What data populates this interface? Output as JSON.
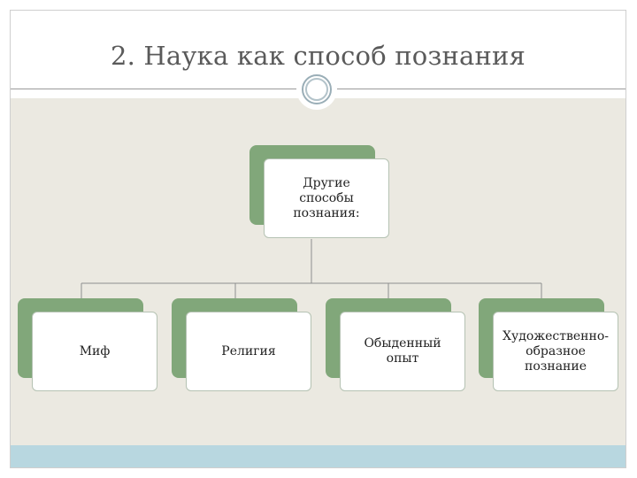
{
  "slide": {
    "title": "2. Наука как способ познания"
  },
  "diagram": {
    "root": {
      "label": "Другие способы познания:"
    },
    "children": [
      {
        "label": "Миф"
      },
      {
        "label": "Религия"
      },
      {
        "label": "Обыденный опыт"
      },
      {
        "label": "Художественно-образное познание"
      }
    ]
  },
  "colors": {
    "node_back": "#81a77a",
    "content_bg": "#ebe9e1",
    "bottom_band": "#b8d7e0"
  }
}
